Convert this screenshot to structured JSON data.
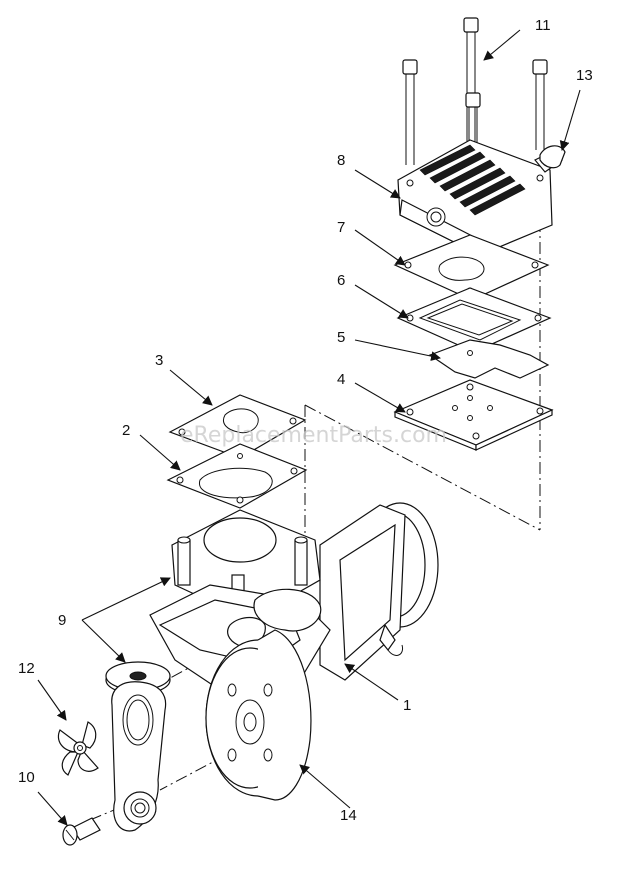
{
  "watermark": "eReplacementParts.com",
  "callouts": [
    {
      "id": "callout-1",
      "label": "1"
    },
    {
      "id": "callout-2",
      "label": "2"
    },
    {
      "id": "callout-3",
      "label": "3"
    },
    {
      "id": "callout-4",
      "label": "4"
    },
    {
      "id": "callout-5",
      "label": "5"
    },
    {
      "id": "callout-6",
      "label": "6"
    },
    {
      "id": "callout-7",
      "label": "7"
    },
    {
      "id": "callout-8",
      "label": "8"
    },
    {
      "id": "callout-9",
      "label": "9"
    },
    {
      "id": "callout-10",
      "label": "10"
    },
    {
      "id": "callout-11",
      "label": "11"
    },
    {
      "id": "callout-12",
      "label": "12"
    },
    {
      "id": "callout-13",
      "label": "13"
    },
    {
      "id": "callout-14",
      "label": "14"
    }
  ]
}
